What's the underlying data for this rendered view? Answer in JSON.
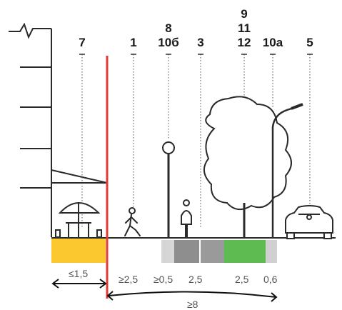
{
  "labels": {
    "l7": "7",
    "l1": "1",
    "l8": "8",
    "l10b": "10б",
    "l3": "3",
    "l9": "9",
    "l11": "11",
    "l12": "12",
    "l10a": "10а",
    "l5": "5"
  },
  "dimensions": {
    "d_terrace": "≤1,5",
    "d_walk": "≥2,5",
    "d_buffer": "≥0,5",
    "d_bike": "2,5",
    "d_green": "2,5",
    "d_curb": "0,6",
    "d_total": "≥8"
  },
  "colors": {
    "terrace_strip": "#fcc830",
    "red_line": "#e53935",
    "green_strip": "#5dbb52",
    "gray_light": "#cfcfcf",
    "gray_mid": "#9a9a9a"
  }
}
